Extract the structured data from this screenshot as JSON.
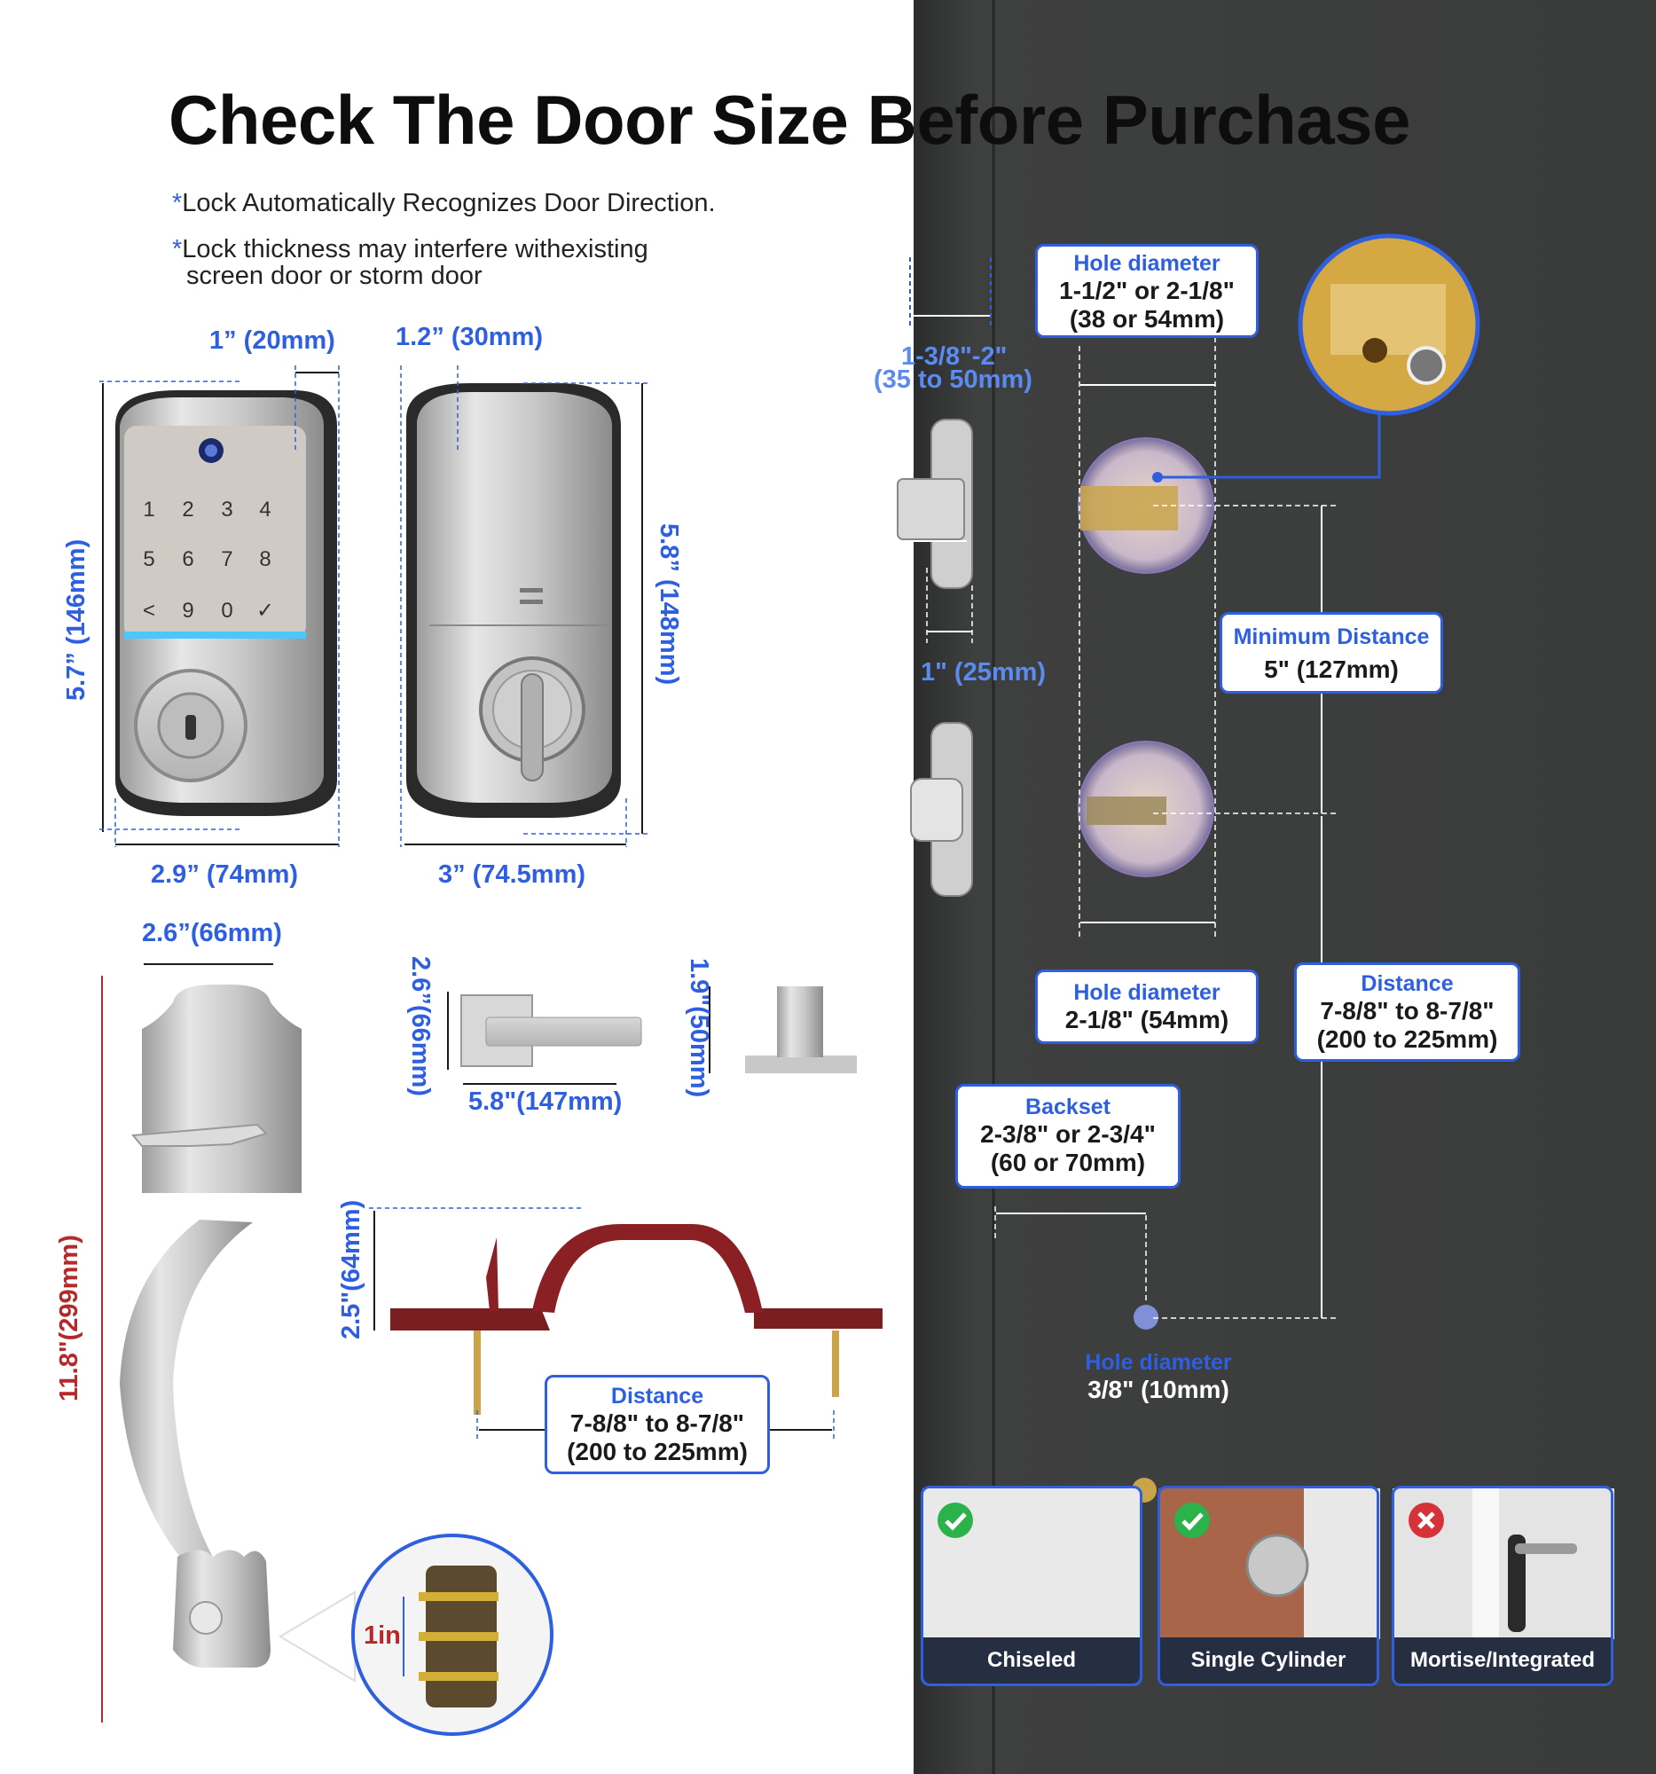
{
  "title": "Check The Door Size Before Purchase",
  "notes": [
    "*Lock Automatically Recognizes Door Direction.",
    "*Lock thickness may interfere withexisting",
    "screen door or storm door"
  ],
  "keypad_lock": {
    "keys": [
      "1",
      "2",
      "3",
      "4",
      "5",
      "6",
      "7",
      "8",
      "<",
      "9",
      "0",
      "✓"
    ],
    "dim_depth": "1” (20mm)",
    "dim_height": "5.7” (146mm)",
    "dim_width": "2.9” (74mm)"
  },
  "back_lock": {
    "dim_depth": "1.2” (30mm)",
    "dim_height": "5.8” (148mm)",
    "dim_width": "3” (74.5mm)"
  },
  "handleset": {
    "dim_top_width": "2.6”(66mm)",
    "dim_height": "11.8\"(299mm)",
    "lever_dim_height": "2.6”(66mm)",
    "lever_dim_width": "5.8\"(147mm)",
    "rose_dim_height": "1.9\"(50mm)",
    "side_dim_height": "2.5\"(64mm)",
    "distance_title": "Distance",
    "distance_value_1": "7-8/8\"  to 8-7/8\"",
    "distance_value_2": "(200 to 225mm)",
    "screw_dim": "1in"
  },
  "door": {
    "door_thickness": "1-3/8\"-2\"",
    "door_thickness_mm": "(35 to 50mm)",
    "latch_width": "1\" (25mm)",
    "hole_top": {
      "title": "Hole diameter",
      "value_1": "1-1/2\" or 2-1/8\"",
      "value_2": "(38 or 54mm)"
    },
    "min_distance": {
      "title": "Minimum Distance",
      "value": "5\" (127mm)"
    },
    "hole_bottom": {
      "title": "Hole diameter",
      "value": "2-1/8\" (54mm)"
    },
    "distance": {
      "title": "Distance",
      "value_1": "7-8/8\"  to 8-7/8\"",
      "value_2": "(200 to 225mm)"
    },
    "backset": {
      "title": "Backset",
      "value_1": "2-3/8\" or 2-3/4\"",
      "value_2": "(60 or 70mm)"
    },
    "small_hole": {
      "title": "Hole diameter",
      "value": "3/8\" (10mm)"
    }
  },
  "door_types": [
    {
      "label": "Chiseled",
      "status": "ok"
    },
    {
      "label": "Single Cylinder",
      "status": "ok"
    },
    {
      "label": "Mortise/Integrated",
      "status": "no"
    }
  ],
  "colors": {
    "accent": "#2e5fe0",
    "door": "#3b3c3c",
    "warning": "#b42a2a",
    "caption_bg": "#262e42"
  }
}
